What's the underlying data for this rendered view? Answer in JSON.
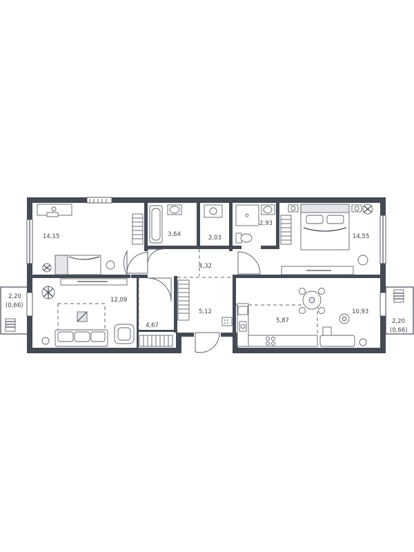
{
  "rooms": [
    {
      "id": "bedroom-left",
      "area": "14,15"
    },
    {
      "id": "bathroom",
      "area": "3,64"
    },
    {
      "id": "wc",
      "area": "2,03"
    },
    {
      "id": "shower-room",
      "area": "2,93"
    },
    {
      "id": "bedroom-right",
      "area": "14,55"
    },
    {
      "id": "hallway-upper",
      "area": "4,32"
    },
    {
      "id": "living-room",
      "area": "12,09"
    },
    {
      "id": "wardrobe",
      "area": "4,67"
    },
    {
      "id": "hallway-lower",
      "area": "5,12"
    },
    {
      "id": "kitchen",
      "area": "5,87"
    },
    {
      "id": "dining-room",
      "area": "10,93"
    }
  ],
  "balconies": [
    {
      "id": "balcony-left",
      "area": "2,20",
      "reduced_area": "(0,66)"
    },
    {
      "id": "balcony-right",
      "area": "2,20",
      "reduced_area": "(0,66)"
    }
  ],
  "colors": {
    "wall": "#434a54",
    "furniture": "#5a616b",
    "background": "#ffffff"
  }
}
